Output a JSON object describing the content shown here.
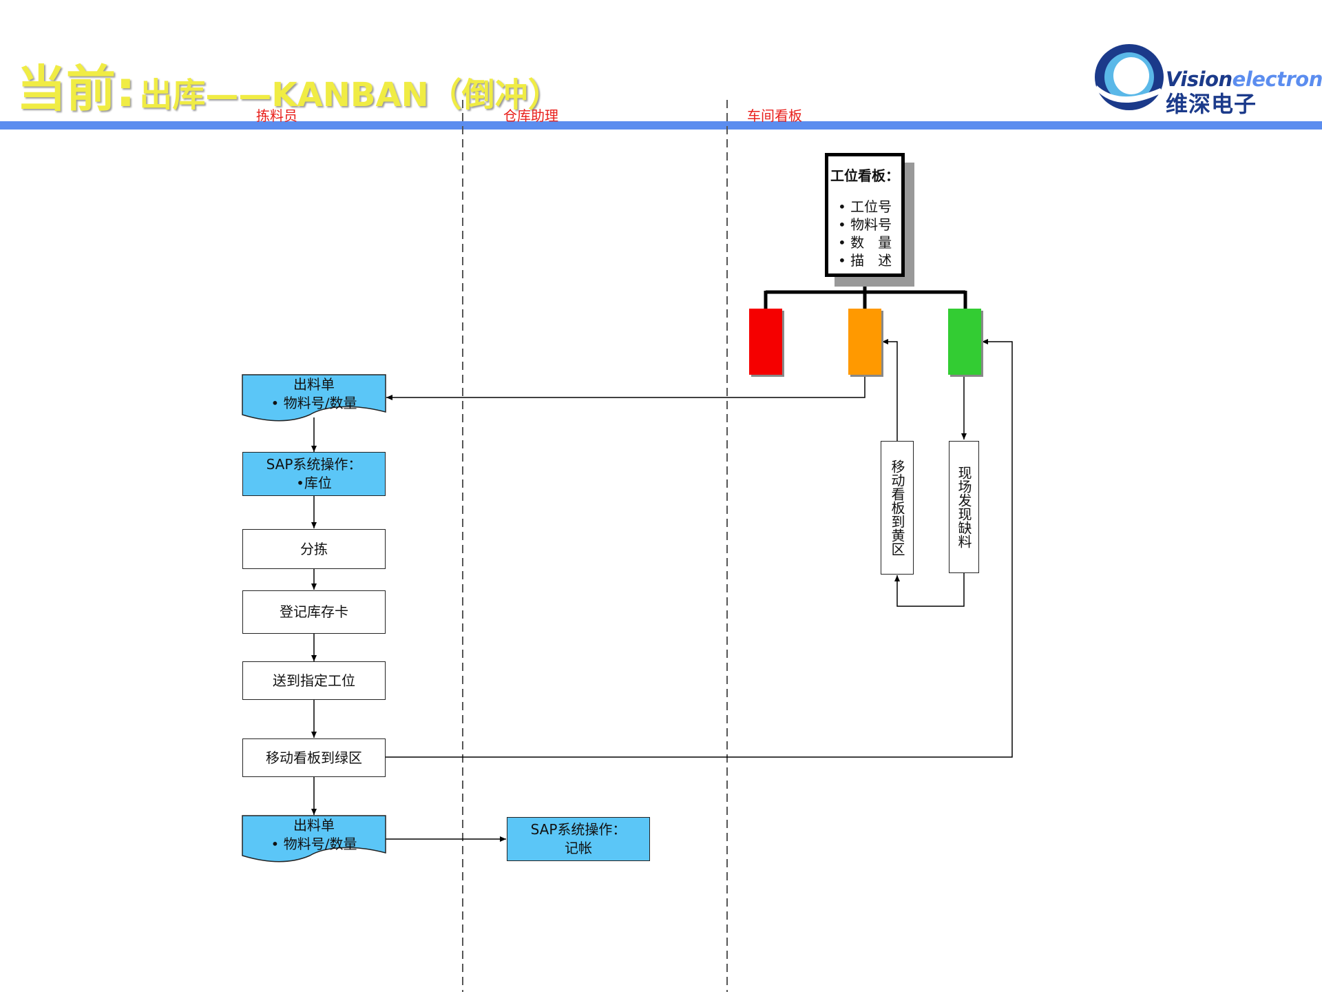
{
  "header": {
    "title_main": "当前:",
    "title_sub": "出库——KANBAN（倒冲）",
    "logo_en_a": "Vision",
    "logo_en_b": "electron",
    "logo_cn": "维深电子"
  },
  "lanes": {
    "picker": "拣料员",
    "warehouse_assistant": "仓库助理",
    "workshop_kanban": "车间看板"
  },
  "kanban_board": {
    "title": "工位看板：",
    "items": [
      "工位号",
      "物料号",
      "数　量",
      "描　述"
    ]
  },
  "cards": {
    "red": "#f50000",
    "orange": "#ff9900",
    "green": "#33cc33"
  },
  "flow": {
    "issue_slip_1": {
      "line1": "出料单",
      "line2": "• 物料号/数量"
    },
    "sap_location": {
      "line1": "SAP系统操作：",
      "line2": "•库位"
    },
    "sorting": "分拣",
    "register_card": "登记库存卡",
    "deliver": "送到指定工位",
    "move_green": "移动看板到绿区",
    "issue_slip_2": {
      "line1": "出料单",
      "line2": "• 物料号/数量"
    },
    "sap_posting": {
      "line1": "SAP系统操作：",
      "line2": "记帐"
    },
    "move_yellow": "移动看板到黄区",
    "shortage": "现场发现缺料"
  },
  "colors": {
    "title": "#f0ec44",
    "lane_label": "#e8201c",
    "top_bar": "#5b8def",
    "doc_blue": "#5bc6f7"
  }
}
